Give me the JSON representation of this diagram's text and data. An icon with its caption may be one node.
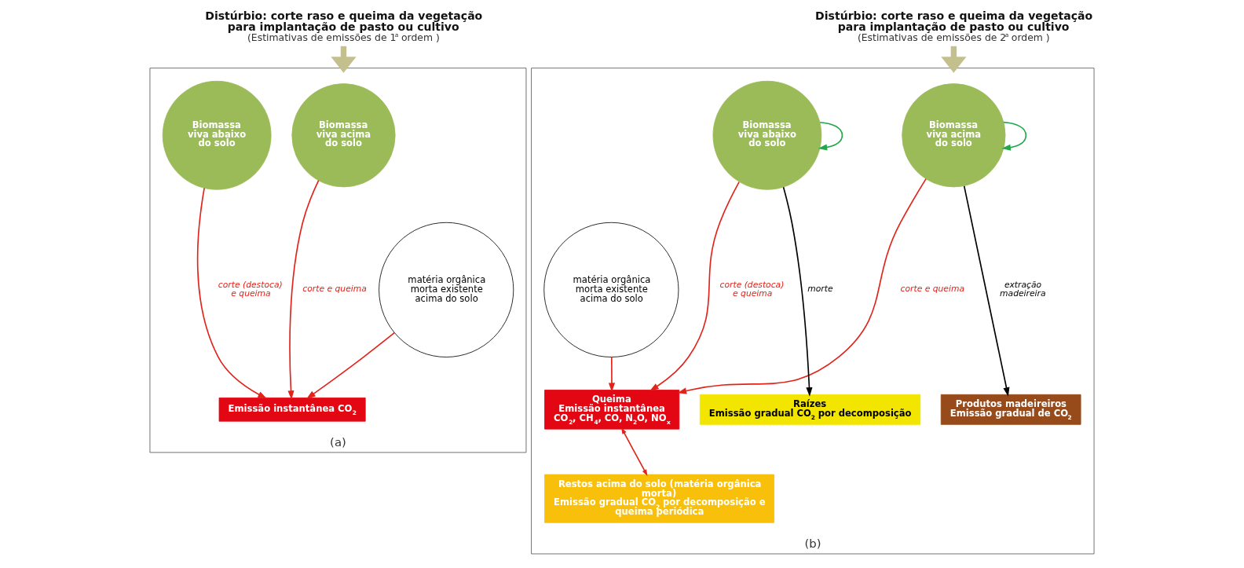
{
  "diagram": {
    "nodes": [
      {
        "text": [
          "Distúrbio: corte raso e queima da vegetação para implantação de pasto ou cultivo",
          "(Estimativas de emissões de 1$^{a}$ ordem )"
        ]
      },
      {
        "text": [],
        "shape": "box",
        "beside": [
          "(a)"
        ]
      },
      {
        "text": [
          "Biomassa viva acima do solo"
        ],
        "in": 1
      },
      {
        "text": [
          "Biomassa viva abaixo do solo"
        ],
        "in": 1
      },
      {
        "text": [
          "matéria orgânica morta existente acima do solo"
        ],
        "in": 1
      },
      {
        "text": [
          "Emissão instantânea CO$_{2}$"
        ],
        "in": 1
      },
      {
        "text": [
          "Distúrbio: corte raso e queima da vegetação para implantação de pasto ou cultivo",
          "(Estimativas de emissões de 2$^{a}$ ordem )"
        ]
      },
      {
        "text": [],
        "shape": "box",
        "beside": [
          "(b)"
        ]
      },
      {
        "text": [
          "Biomassa viva acima do solo"
        ],
        "in": 7
      },
      {
        "text": [
          "Biomassa viva abaixo do solo"
        ],
        "in": 7
      },
      {
        "text": [
          "matéria orgânica morta existente acima do solo"
        ],
        "in": 7
      },
      {
        "text": [
          "Produtos madeireiros",
          "Emissão gradual de CO$_{2}$"
        ],
        "in": 7
      },
      {
        "text": [
          "Queima",
          "Emissão instantânea",
          "CO$_{2}$, CH$_{4}$, CO, N$_{2}$O, NO$_{x}$"
        ],
        "in": 7
      },
      {
        "text": [
          "Restos acima do solo (matéria orgânica morta)",
          "Emissão gradual CO$_{2}$ por decomposição e queima periódica"
        ],
        "in": 7
      },
      {
        "text": [
          "Raízes",
          "Emissão gradual CO$_{2}$ por decomposição"
        ],
        "in": 7
      }
    ],
    "edges": [
      {
        "from": 0,
        "to": 1,
        "arrow": "to",
        "style": "thick",
        "color": "#c4c08e"
      },
      {
        "from": 2,
        "to": 5,
        "arrow": "to",
        "label": "corte e queima"
      },
      {
        "from": 3,
        "to": 5,
        "arrow": "to",
        "label": "corte (destoca) e queima"
      },
      {
        "from": 4,
        "to": 5,
        "arrow": "to"
      },
      {
        "from": 6,
        "to": 7,
        "arrow": "to",
        "style": "thick",
        "color": "#c4c08e"
      },
      {
        "from": 8,
        "to": 8,
        "arrow": "to",
        "color": "#22a84a"
      },
      {
        "from": 8,
        "to": 11,
        "arrow": "to",
        "label": "extração madeireira",
        "color": "#000000"
      },
      {
        "from": 8,
        "to": 12,
        "arrow": "to",
        "label": "corte e queima"
      },
      {
        "from": 9,
        "to": 12,
        "arrow": "to",
        "label": "corte (destoca) e queima"
      },
      {
        "from": 10,
        "to": 12,
        "arrow": "to"
      },
      {
        "from": 12,
        "to": 13,
        "arrow": "both"
      },
      {
        "from": 9,
        "to": 14,
        "arrow": "to",
        "label": "morte",
        "color": "#000000"
      },
      {
        "from": 9,
        "to": 9,
        "arrow": "to",
        "color": "#22a84a"
      }
    ]
  }
}
